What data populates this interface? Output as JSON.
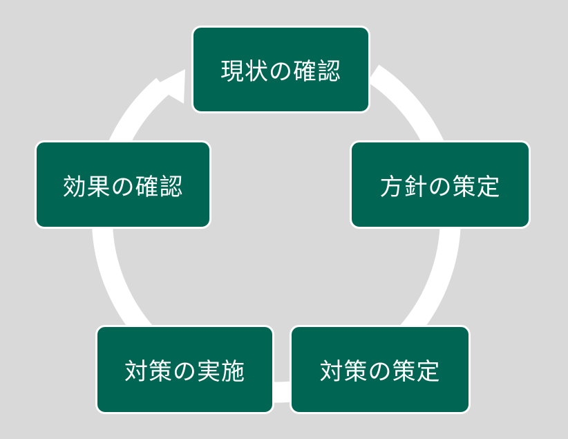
{
  "diagram": {
    "type": "cycle",
    "colors": {
      "background": "#d9d9d9",
      "box_fill": "#006653",
      "box_border": "#ffffff",
      "ring": "#ffffff",
      "text": "#ffffff"
    },
    "steps": [
      {
        "label": "現状の確認"
      },
      {
        "label": "方針の策定"
      },
      {
        "label": "対策の策定"
      },
      {
        "label": "対策の実施"
      },
      {
        "label": "効果の確認"
      }
    ],
    "arrow": {
      "from": "効果の確認",
      "to": "現状の確認",
      "icon": "arrow-head-icon"
    }
  }
}
